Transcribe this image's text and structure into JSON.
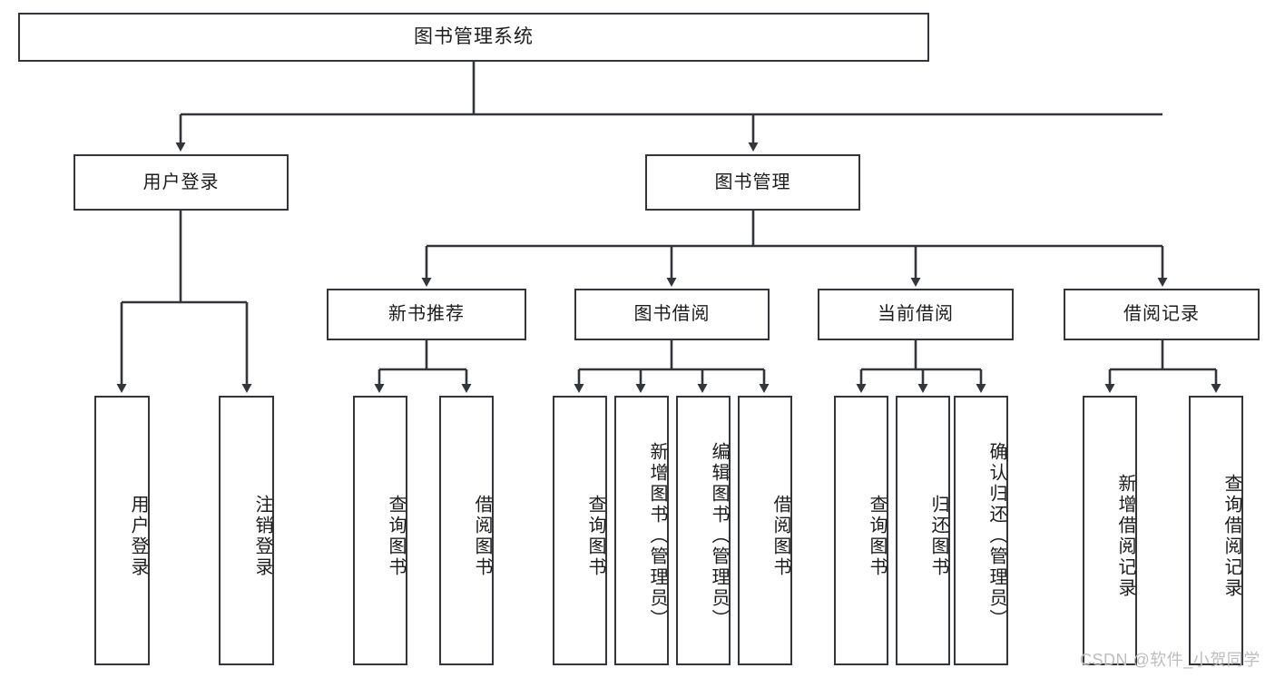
{
  "diagram": {
    "title": "图书管理系统",
    "type": "tree-hierarchy",
    "colors": {
      "stroke": "#32353a",
      "fill": "#ffffff",
      "text": "#1c1c1c",
      "watermark": "#bdbdbd"
    },
    "root": {
      "label": "图书管理系统"
    },
    "level2": [
      {
        "label": "用户登录"
      },
      {
        "label": "图书管理"
      }
    ],
    "level3": [
      {
        "label": "新书推荐"
      },
      {
        "label": "图书借阅"
      },
      {
        "label": "当前借阅"
      },
      {
        "label": "借阅记录"
      }
    ],
    "leaves": {
      "user_login": [
        {
          "label": "用户登录"
        },
        {
          "label": "注销登录"
        }
      ],
      "new_book_recommend": [
        {
          "label": "查询图书"
        },
        {
          "label": "借阅图书"
        }
      ],
      "book_borrow": [
        {
          "label": "查询图书"
        },
        {
          "label": "新增图书（管理员）"
        },
        {
          "label": "编辑图书（管理员）"
        },
        {
          "label": "借阅图书"
        }
      ],
      "current_borrow": [
        {
          "label": "查询图书"
        },
        {
          "label": "归还图书"
        },
        {
          "label": "确认归还（管理员）"
        }
      ],
      "borrow_record": [
        {
          "label": "新增借阅记录"
        },
        {
          "label": "查询借阅记录"
        }
      ]
    }
  },
  "watermark": {
    "text": "CSDN @软件_小贺同学"
  }
}
